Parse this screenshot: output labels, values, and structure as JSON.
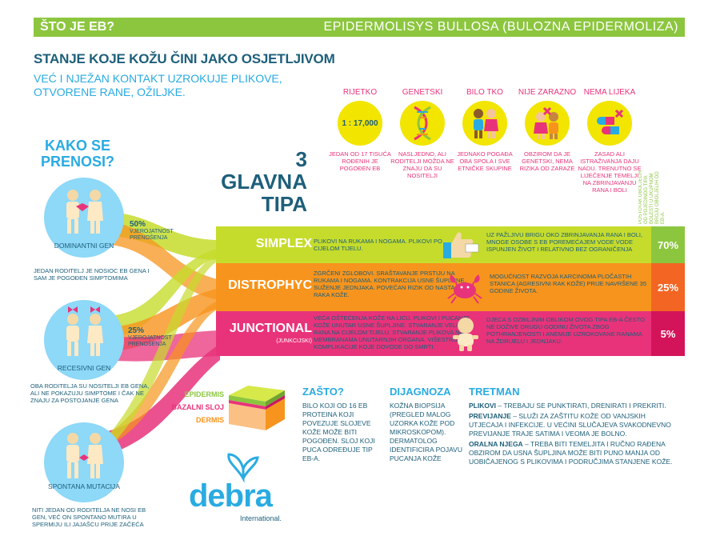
{
  "header": {
    "left": "ŠTO JE EB?",
    "right": "EPIDERMOLISYS BULLOSA (BULOZNA EPIDERMOLIZA)",
    "color": "#8cc63f"
  },
  "intro": {
    "title": "STANJE KOJE KOŽU ČINI JAKO OSJETLJIVOM",
    "subtitle": "VEĆ I NJEŽAN KONTAKT UZROKUJE PLIKOVE, OTVORENE RANE, OŽILJKE."
  },
  "facts": [
    {
      "label": "RIJETKO",
      "value": "1 : 17,000",
      "icon": "ratio-icon",
      "desc": "JEDAN OD 17 TISUĆA ROĐENIH JE POGOĐEN EB"
    },
    {
      "label": "GENETSKI",
      "value": "",
      "icon": "dna-icon",
      "desc": "NASLJEDNO, ALI RODITELJI MOŽDA NE ZNAJU DA SU NOSITELJI"
    },
    {
      "label": "BILO TKO",
      "value": "",
      "icon": "children-icon",
      "desc": "JEDNAKO POGAĐA OBA SPOLA I SVE ETNIČKE SKUPINE"
    },
    {
      "label": "NIJE ZARAZNO",
      "value": "",
      "icon": "no-contagion-icon",
      "desc": "OBZIROM DA JE GENETSKI, NEMA RIZIKA OD ZARAZE"
    },
    {
      "label": "NEMA LIJEKA",
      "value": "",
      "icon": "no-pills-icon",
      "desc": "ZASAD ALI ISTRAŽIVANJA DAJU NADU. TRENUTNO SE LIJEČENJE TEMELJI NA ZBRINJAVANJU RANA I BOLI"
    }
  ],
  "inheritance": {
    "title": "KAKO SE PRENOSI?",
    "items": [
      {
        "label": "DOMINANTNI GEN",
        "probability": "50%",
        "prob_text": "VJEROJATNOST PRENOŠENJA",
        "desc": "JEDAN RODITELJ JE NOSIOC EB GENA I SAM JE POGOĐEN SIMPTOMIMA"
      },
      {
        "label": "RECESIVNI GEN",
        "probability": "25%",
        "prob_text": "VJEROJATNOST PRENOŠENJA",
        "desc": "OBA RODITELJA SU NOSITELJI EB GENA, ALI NE POKAZUJU SIMPTOME I ČAK NE ZNAJU ZA POSTOJANJE GENA"
      },
      {
        "label": "SPONTANA MUTACIJA",
        "probability": "",
        "prob_text": "",
        "desc": "NITI JEDAN OD RODITELJA NE NOSI EB GEN, VEĆ ON SPONTANO MUTIRA U SPERMIJU ILI JAJAŠCU PRIJE ZAČEĆA"
      }
    ]
  },
  "types": {
    "heading": "3 GLAVNA TIPA",
    "stats_label": "POSTOTAK OBOLJELIH OD POJEDINOG TIPA BOLESTI U UKUPNOM BROJU OBOLJELIH OD EB-A.",
    "bands": [
      {
        "name": "SIMPLEX",
        "sub": "",
        "color": "#c6dc2c",
        "pct_color": "#8cc63f",
        "icon": "thumbs-up-icon",
        "desc": "PLIKOVI NA RUKAMA I NOGAMA. PLIKOVI PO CIJELOM TIJELU.",
        "note": "UZ PAŽLJIVU BRIGU OKO ZBRINJAVANJA RANA I BOLI, MNOGE OSOBE S EB POREMEĆAJEM VODE VODE ISPUNJEN ŽIVOT I RELATIVNO BEZ OGRANIČENJA",
        "pct": "70%"
      },
      {
        "name": "DISTROPHYC",
        "sub": "",
        "color": "#f7941d",
        "pct_color": "#f26522",
        "icon": "crab-icon",
        "desc": "ZGRČENI ZGLOBOVI. SRAŠTAVANJE PRSTIJU NA RUKAMA I NOGAMA. KONTRAKCIJA USNE ŠUPLJINE. SUŽENJE JEDNJAKA. POVEĆAN RIZIK OD NASTAJANJA RAKA KOŽE.",
        "note": "MOGUĆNOST RAZVOJA KARCINOMA PLOČASTIH STANICA (AGRESIVNI RAK KOŽE) PRIJE NAVRŠENE 35 GODINE ŽIVOTA.",
        "pct": "25%"
      },
      {
        "name": "JUNCTIONAL",
        "sub": "(JUNKCIJSKI)",
        "color": "#e8337a",
        "pct_color": "#d4145a",
        "icon": "baby-icon",
        "desc": "VEĆA OŠTEĆENJA KOŽE NA LICU. PLIKOVI I PUCANJE KOŽE UNUTAR USNE ŠUPLJINE. STVARANJE VELIKIH RANA NA CIJELOM TIJELU. STVARANJE PLIKOVA NA MEMBRANAMA UNUTARNJIH ORGANA. VIŠESTRUKE KOMPLIKACIJE KOJE DOVODE DO SMRTI.",
        "note": "DJECA S OZBILJNIM OBLIKOM OVOG TIPA EB-A ČESTO NE DOŽIVE DRUGU GODINU ŽIVOTA ZBOG POTHRANJENOSTI I ANEMIJE UZROKOVANE RANAMA NA ŽDRIJELU I JEDNJAKU.",
        "pct": "5%"
      }
    ]
  },
  "skin_layers": [
    {
      "name": "EPIDERMIS",
      "color": "#8cc63f"
    },
    {
      "name": "BAZALNI SLOJ",
      "color": "#e8337a"
    },
    {
      "name": "DERMIS",
      "color": "#f7941d"
    }
  ],
  "sections": {
    "zasto": {
      "title": "ZAŠTO?",
      "text": "BILO KOJI OD 16 EB PROTEINA KOJI POVEZUJE SLOJEVE KOŽE MOŽE BITI POGOĐEN. SLOJ KOJI PUCA ODREĐUJE TIP EB-A."
    },
    "dijagnoza": {
      "title": "DIJAGNOZA",
      "text": "KOŽNA BIOPSIJA (PREGLED MALOG UZORKA KOŽE POD MIKROSKOPOM). DERMATOLOG IDENTIFICIRA POJAVU PUCANJA KOŽE"
    },
    "tretman": {
      "title": "TRETMAN",
      "items": [
        {
          "term": "PLIKOVI",
          "text": "– TREBAJU SE PUNKTIRATI, DRENIRATI I PREKRITI."
        },
        {
          "term": "PREVIJANJE",
          "text": "– SLUŽI ZA ZAŠTITU KOŽE OD VANJSKIH UTJECAJA I INFEKCIJE. U VEĆINI SLUČAJEVA SVAKODNEVNO PREVIJANJE TRAJE SATIMA I VEOMA JE BOLNO."
        },
        {
          "term": "ORALNA NJEGA",
          "text": "– TREBA BITI TEMELJITA I RUČNO RAĐENA OBZIROM DA USNA ŠUPLJINA MOŽE BITI PUNO MANJA OD UOBIČAJENOG S PLIKOVIMA I PODRUČJIMA STANJENE KOŽE."
        }
      ]
    }
  },
  "logo": {
    "word": "debra",
    "sub": "International.",
    "icon": "butterfly-logo-icon",
    "color": "#29abe2"
  }
}
